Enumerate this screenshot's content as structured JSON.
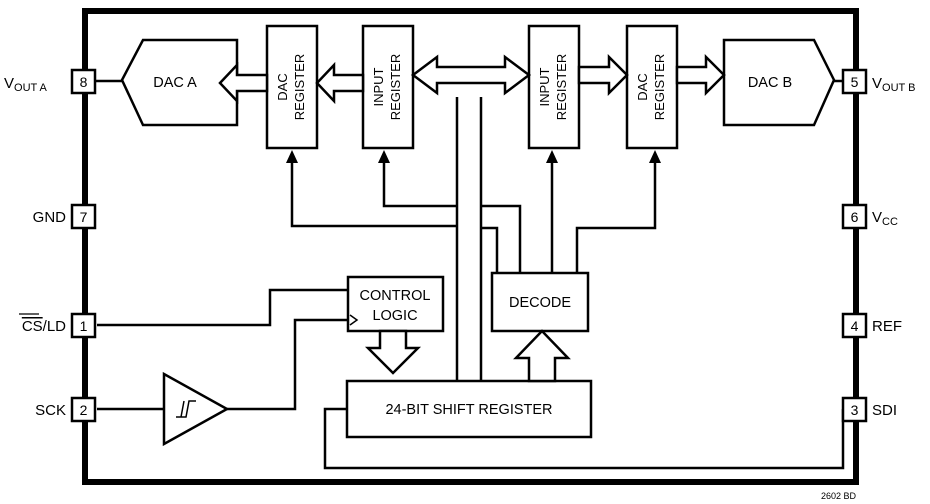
{
  "diagram": {
    "pins": {
      "vout_a": {
        "number": "8",
        "label": "V",
        "sub": "OUT A"
      },
      "gnd": {
        "number": "7",
        "label": "GND"
      },
      "cs_ld": {
        "number": "1",
        "label_over": "CS",
        "label_rest": "/LD"
      },
      "sck": {
        "number": "2",
        "label": "SCK"
      },
      "vout_b": {
        "number": "5",
        "label": "V",
        "sub": "OUT B"
      },
      "vcc": {
        "number": "6",
        "label": "V",
        "sub": "CC"
      },
      "ref": {
        "number": "4",
        "label": "REF"
      },
      "sdi": {
        "number": "3",
        "label": "SDI"
      }
    },
    "blocks": {
      "dac_a": "DAC A",
      "dac_b": "DAC B",
      "dac_reg_a": [
        "DAC",
        "REGISTER"
      ],
      "input_reg_a": [
        "INPUT",
        "REGISTER"
      ],
      "input_reg_b": [
        "INPUT",
        "REGISTER"
      ],
      "dac_reg_b": [
        "DAC",
        "REGISTER"
      ],
      "control_logic": [
        "CONTROL",
        "LOGIC"
      ],
      "decode": "DECODE",
      "shift_register": "24-BIT SHIFT REGISTER"
    },
    "figure_code": "2602 BD"
  }
}
